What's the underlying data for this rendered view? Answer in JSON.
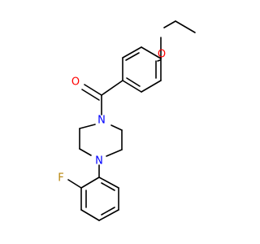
{
  "molecule": {
    "atoms": {
      "ether_oxygen": {
        "label": "O",
        "color": "#ff0000"
      },
      "carbonyl_oxygen": {
        "label": "O",
        "color": "#ff0000"
      },
      "amide_nitrogen": {
        "label": "N",
        "color": "#0000ff"
      },
      "aryl_nitrogen": {
        "label": "N",
        "color": "#0000ff"
      },
      "fluorine": {
        "label": "F",
        "color": "#b8860b"
      }
    },
    "bond_color": "#000000",
    "background": "#ffffff"
  }
}
